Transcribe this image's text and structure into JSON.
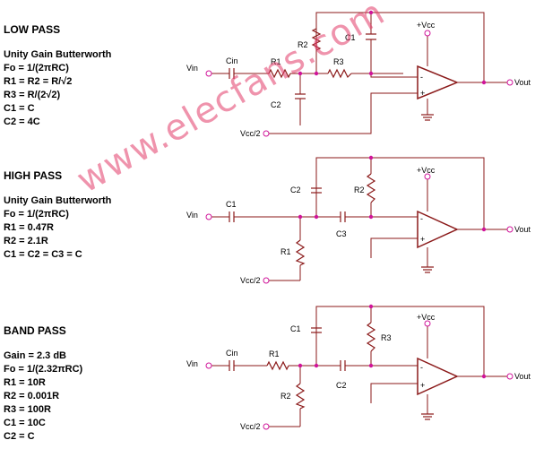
{
  "watermark": "www.elecfans.com",
  "colors": {
    "wire": "#8b1a1a",
    "node": "#d0149a",
    "accent": "#e23b6a"
  },
  "sections": [
    {
      "title": "LOW PASS",
      "params": [
        "Unity Gain Butterworth",
        "Fo = 1/(2πRC)",
        "R1 = R2 = R/√2",
        "R3 = R/(2√2)",
        "C1 = C",
        "C2 = 4C"
      ],
      "labels": {
        "vin": "Vin",
        "vout": "Vout",
        "vcc": "+Vcc",
        "vref": "Vcc/2",
        "cin": "Cin",
        "r1": "R1",
        "r2": "R2",
        "r3": "R3",
        "c1": "C1",
        "c2": "C2",
        "minus": "-",
        "plus": "+"
      }
    },
    {
      "title": "HIGH PASS",
      "params": [
        "Unity Gain Butterworth",
        "Fo = 1/(2πRC)",
        "R1 = 0.47R",
        "R2 = 2.1R",
        "C1 = C2 = C3 = C"
      ],
      "labels": {
        "vin": "Vin",
        "vout": "Vout",
        "vcc": "+Vcc",
        "vref": "Vcc/2",
        "c1": "C1",
        "c2": "C2",
        "c3": "C3",
        "r1": "R1",
        "r2": "R2",
        "minus": "-",
        "plus": "+"
      }
    },
    {
      "title": "BAND PASS",
      "params": [
        "Gain = 2.3 dB",
        "Fo = 1/(2.32πRC)",
        "R1 = 10R",
        "R2 = 0.001R",
        "R3 = 100R",
        "C1 = 10C",
        "C2 = C"
      ],
      "labels": {
        "vin": "Vin",
        "vout": "Vout",
        "vcc": "+Vcc",
        "vref": "Vcc/2",
        "cin": "Cin",
        "r1": "R1",
        "r2": "R2",
        "r3": "R3",
        "c1": "C1",
        "c2": "C2",
        "minus": "-",
        "plus": "+"
      }
    }
  ]
}
